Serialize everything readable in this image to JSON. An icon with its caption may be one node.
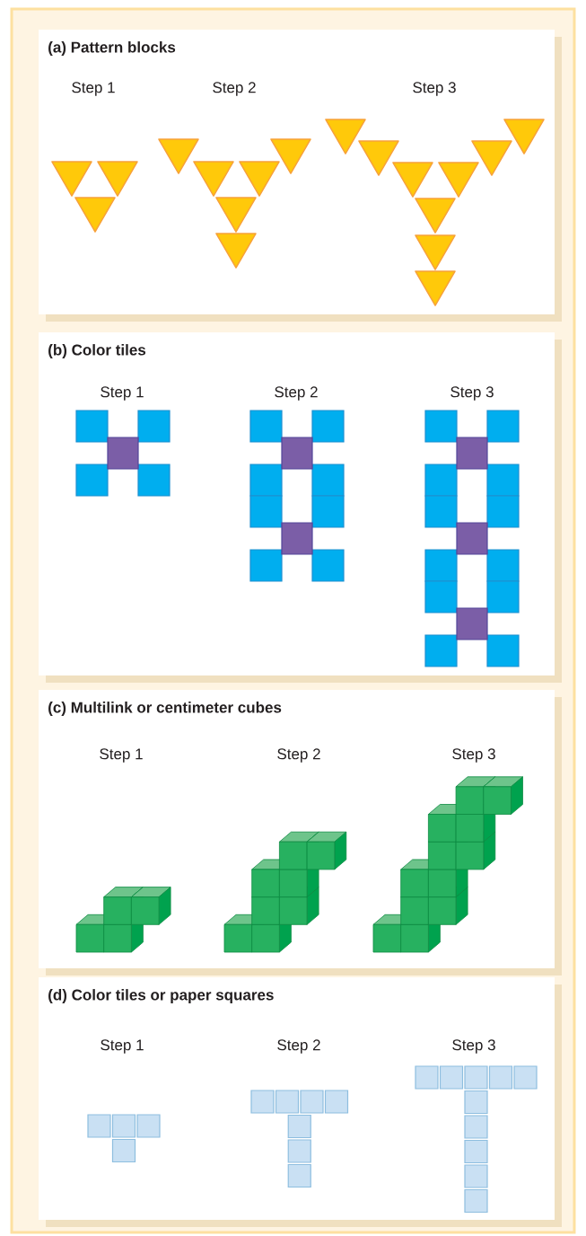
{
  "diagram": {
    "nodes": [
      {
        "text": [
          "(a) Pattern blocks",
          "Step 1",
          "Step 2",
          "Step 3"
        ]
      },
      {
        "text": [
          "(b) Color tiles",
          "Step 1",
          "Step 2",
          "Step 3"
        ]
      },
      {
        "text": [
          "(c) Multilink or centimeter cubes",
          "Step 1",
          "Step 2",
          "Step 3"
        ]
      },
      {
        "text": [
          "(d) Color tiles or paper squares",
          "Step 1",
          "Step 2",
          "Step 3"
        ]
      }
    ]
  }
}
